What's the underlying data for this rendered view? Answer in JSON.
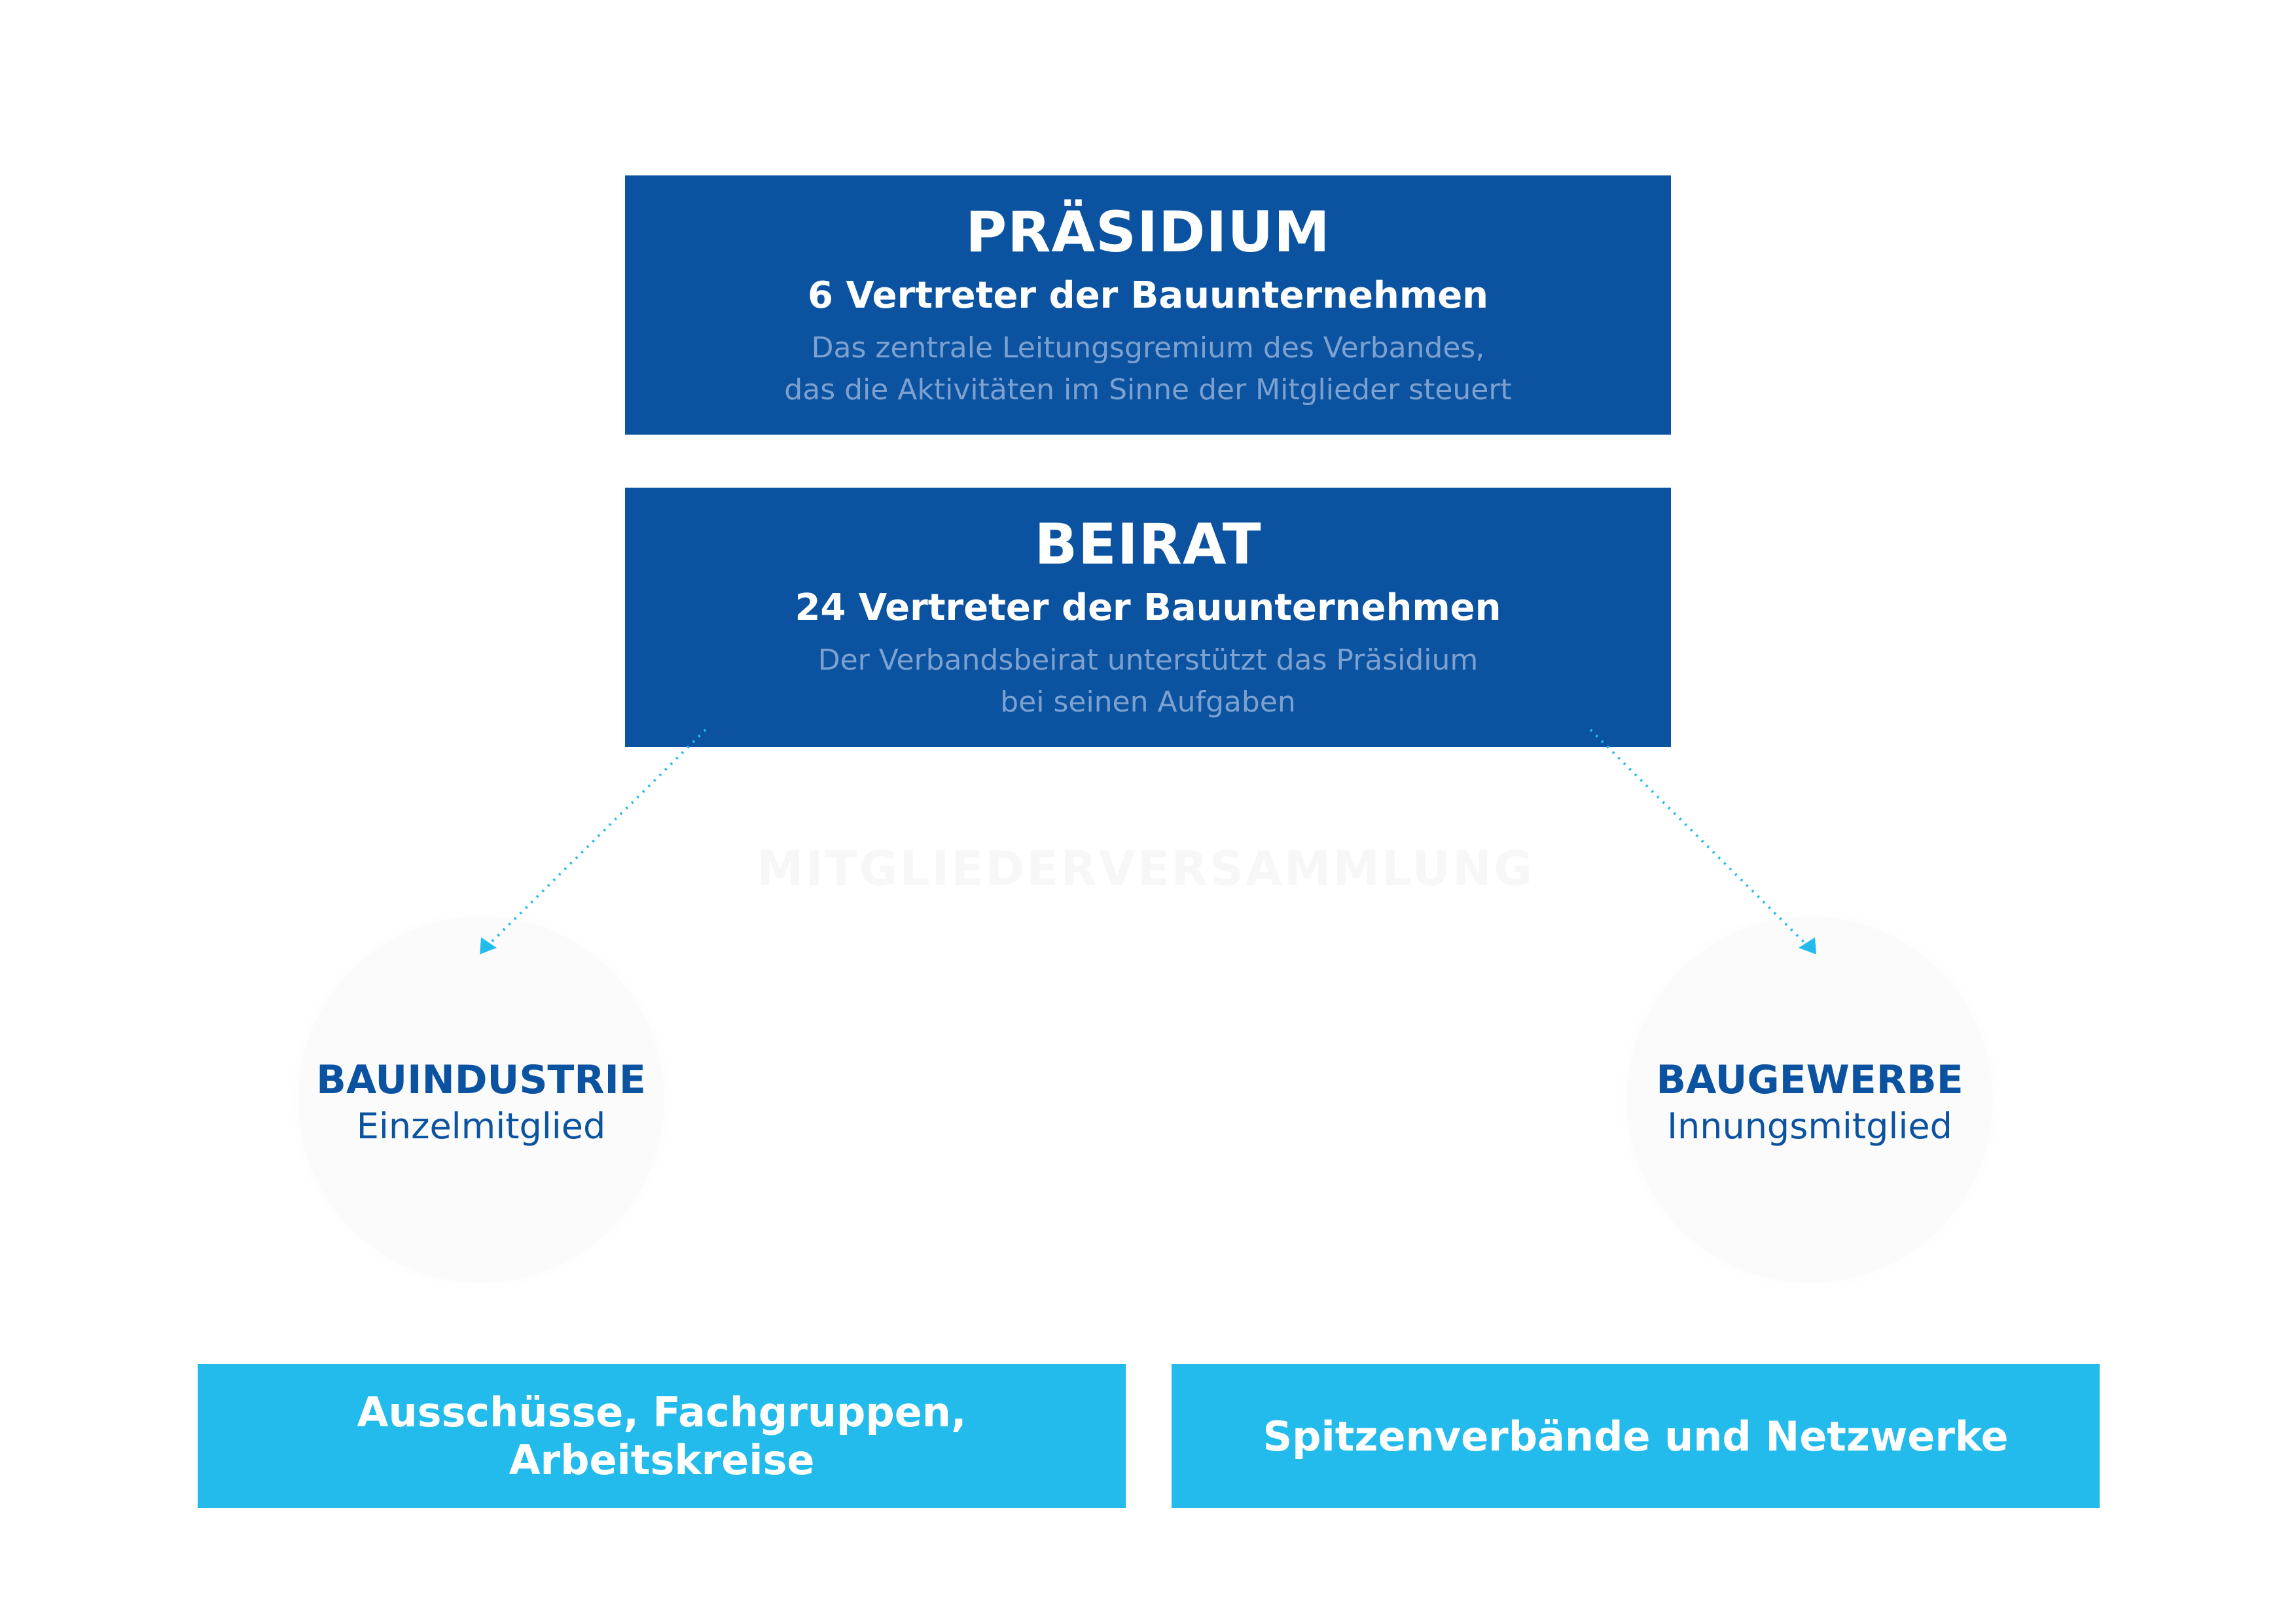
{
  "praesidium": {
    "title": "PRÄSIDIUM",
    "subtitle": "6 Vertreter der Bauunternehmen",
    "description_line1": "Das zentrale Leitungsgremium des Verbandes,",
    "description_line2": "das die Aktivitäten im Sinne der Mitglieder steuert"
  },
  "beirat": {
    "title": "BEIRAT",
    "subtitle": "24 Vertreter der Bauunternehmen",
    "description_line1": "Der Verbandsbeirat unterstützt das Präsidium",
    "description_line2": "bei seinen Aufgaben"
  },
  "ghost_label": "MITGLIEDERVERSAMMLUNG",
  "members": {
    "left": {
      "title": "BAUINDUSTRIE",
      "subtitle": "Einzelmitglied"
    },
    "right": {
      "title": "BAUGEWERBE",
      "subtitle": "Innungsmitglied"
    }
  },
  "bottom_boxes": {
    "left": "Ausschüsse, Fachgruppen, Arbeitskreise",
    "right": "Spitzenverbände und Netzwerke"
  },
  "colors": {
    "dark_blue": "#0b53a0",
    "light_blue": "#23bbec",
    "description_text": "#7da1cf",
    "arrow": "#23bbec"
  }
}
